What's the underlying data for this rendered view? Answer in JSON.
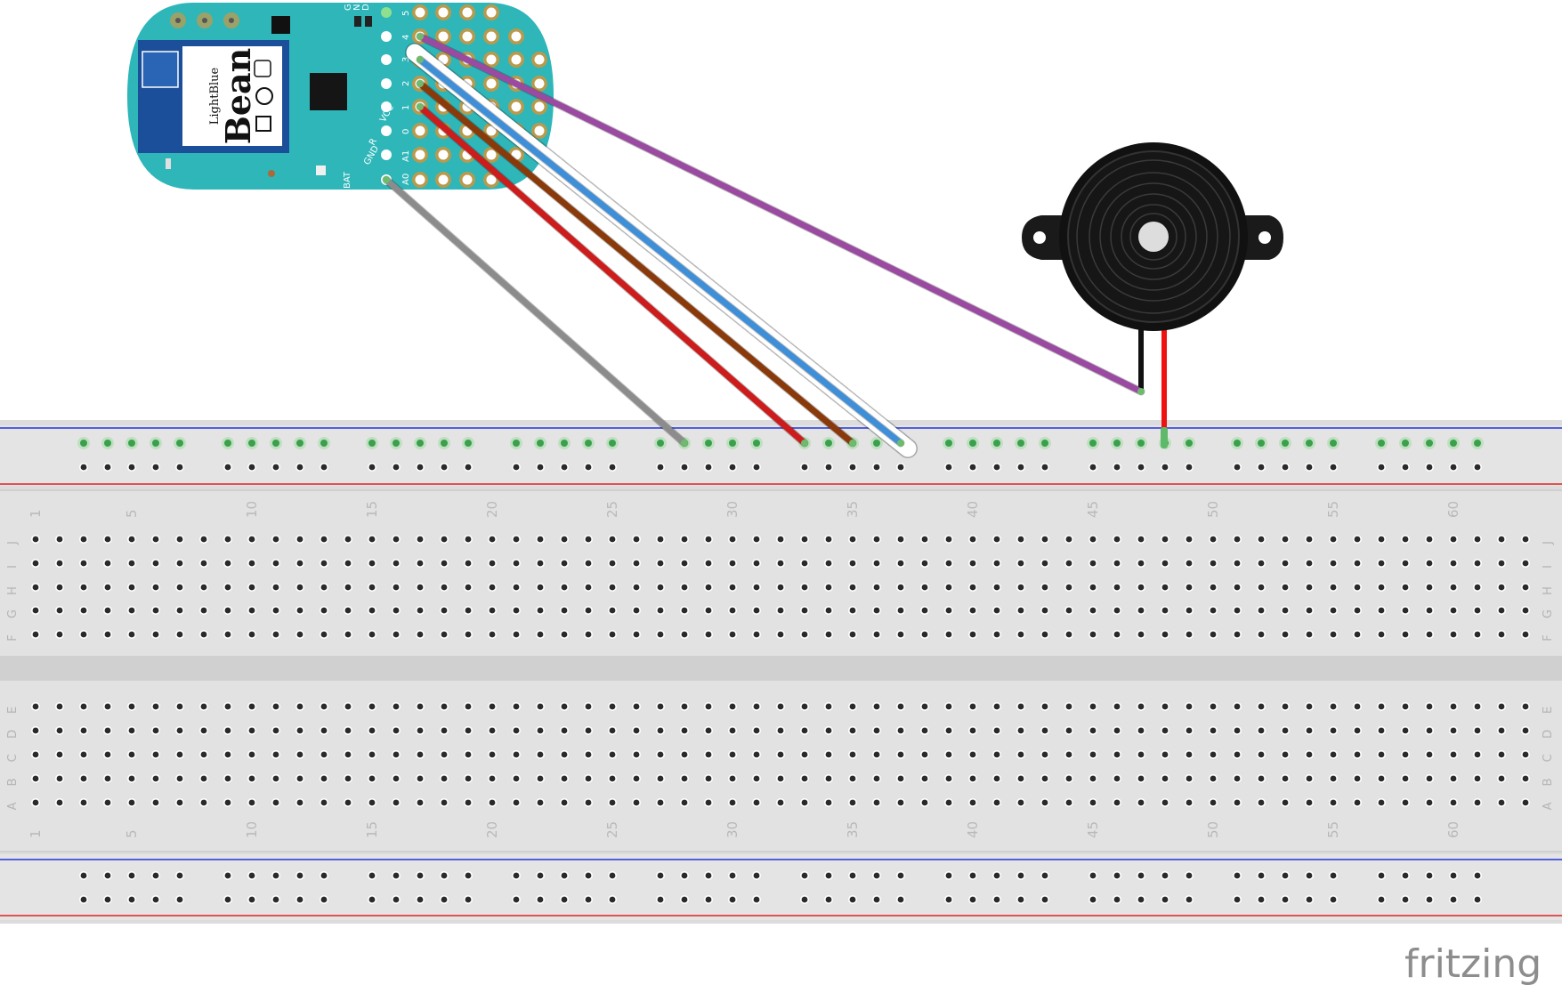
{
  "breadboard": {
    "columns": 63,
    "column_label_numbers": [
      "1",
      "5",
      "10",
      "15",
      "20",
      "25",
      "30",
      "35",
      "40",
      "45",
      "50",
      "55",
      "60"
    ],
    "top_rows": [
      "J",
      "I",
      "H",
      "G",
      "F"
    ],
    "bottom_rows": [
      "E",
      "D",
      "C",
      "B",
      "A"
    ],
    "connected_rail_holes": [
      28,
      33,
      35,
      37,
      48
    ]
  },
  "bean_board": {
    "logo_brand": "LightBlue",
    "logo_name": "Bean",
    "pin_labels": {
      "gnd_g": "G",
      "gnd_n": "N",
      "gnd_d": "D",
      "p5": "5",
      "p4": "4",
      "p3": "3",
      "p2": "2",
      "p1": "1",
      "p0": "0",
      "a1": "A1",
      "a0": "A0",
      "vcc": "VCC",
      "gnd": "GND",
      "r": "R",
      "bat": "BAT"
    }
  },
  "wires": [
    {
      "name": "gray-wire",
      "color": "#8c8c8c",
      "from": "A0",
      "to_rail_hole": 28
    },
    {
      "name": "red-wire",
      "color": "#cc1c1c",
      "from": "1",
      "to_rail_hole": 33
    },
    {
      "name": "brown-wire",
      "color": "#8a3a0a",
      "from": "2",
      "to_rail_hole": 35
    },
    {
      "name": "blue-wire",
      "color": "#3f8fd8",
      "from": "3",
      "to_rail_hole": 37
    },
    {
      "name": "purple-wire",
      "color": "#9a4aa0",
      "from": "4",
      "to": "buzzer-black-lead"
    }
  ],
  "buzzer": {
    "black_lead_color": "#111111",
    "red_lead_color": "#ee1111",
    "red_lead_rail_hole": 48
  },
  "colors": {
    "board_teal": "#2eb6b9",
    "breadboard": "#dcdcdc",
    "rail_blue": "#2233dd",
    "rail_red": "#dd2222",
    "connected_hole": "#2ea84a"
  },
  "brand": {
    "text": "fritzing"
  }
}
